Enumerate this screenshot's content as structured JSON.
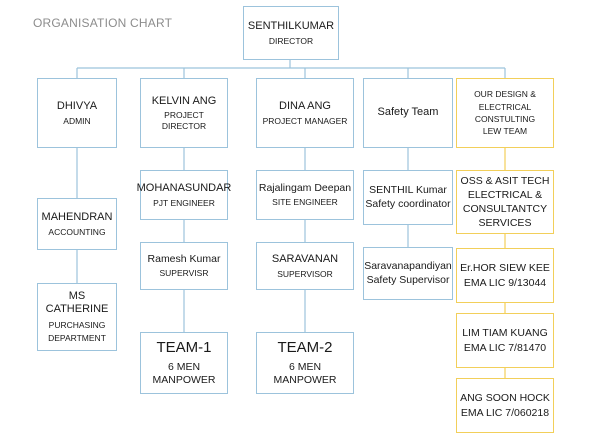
{
  "chart_title": "ORGANISATION CHART",
  "top": {
    "name": "SENTHILKUMAR",
    "role": "DIRECTOR"
  },
  "admin": [
    {
      "name": "DHIVYA",
      "role": "ADMIN"
    },
    {
      "name": "MAHENDRAN",
      "role": "ACCOUNTING"
    },
    {
      "name": "MS  CATHERINE",
      "role": "PURCHASING DEPARTMENT"
    }
  ],
  "project": [
    {
      "name": "KELVIN ANG",
      "role": "PROJECT DIRECTOR"
    },
    {
      "name": "MOHANASUNDAR",
      "role": "PJT ENGINEER"
    },
    {
      "name": "Ramesh Kumar",
      "role": "SUPERVISR"
    },
    {
      "name": "TEAM-1",
      "role": "6 MEN  MANPOWER"
    }
  ],
  "manager": [
    {
      "name": "DINA ANG",
      "role": "PROJECT MANAGER"
    },
    {
      "name": "Rajalingam Deepan",
      "role": "SITE ENGINEER"
    },
    {
      "name": "SARAVANAN",
      "role": "SUPERVISOR"
    },
    {
      "name": "TEAM-2",
      "role": "6 MEN MANPOWER"
    }
  ],
  "safety": [
    {
      "label": "Safety Team"
    },
    {
      "line1": "SENTHIL Kumar",
      "line2": "Safety coordinator"
    },
    {
      "line1": "Saravanapandiyan",
      "line2": "Safety Supervisor"
    }
  ],
  "design": [
    {
      "line1": "OUR  DESIGN &",
      "line2": "ELECTRICAL",
      "line3": "CONSTULTING",
      "line4": "LEW TEAM"
    },
    {
      "line1": "OSS  &  ASIT TECH",
      "line2": "ELECTRICAL &",
      "line3": "CONSULTANTCY",
      "line4": "SERVICES"
    },
    {
      "line1": "Er.HOR SIEW KEE",
      "line2": "EMA LIC 9/13044"
    },
    {
      "line1": "LIM TIAM  KUANG",
      "line2": "EMA LIC 7/81470"
    },
    {
      "line1": "ANG SOON HOCK",
      "line2": "EMA LIC 7/060218"
    }
  ]
}
